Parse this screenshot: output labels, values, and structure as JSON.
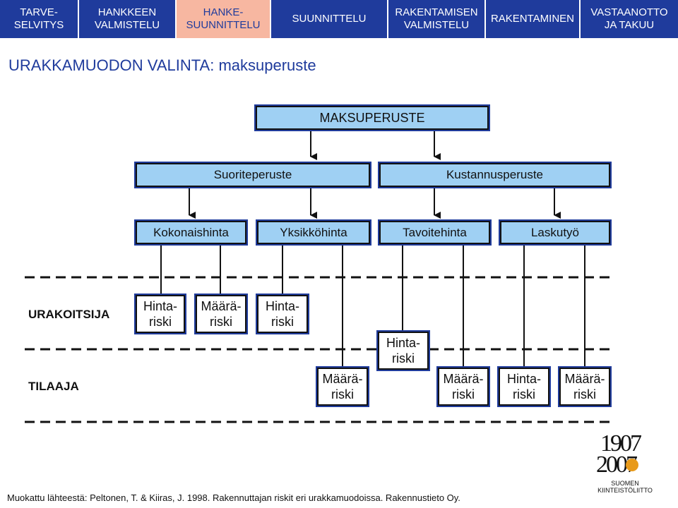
{
  "nav": {
    "tabs": [
      {
        "label": "TARVE-\nSELVITYS",
        "active": false
      },
      {
        "label": "HANKKEEN\nVALMISTELU",
        "active": false
      },
      {
        "label": "HANKE-\nSUUNNITTELU",
        "active": true
      },
      {
        "label": "SUUNNITTELU",
        "active": false
      },
      {
        "label": "RAKENTAMISEN\nVALMISTELU",
        "active": false
      },
      {
        "label": "RAKENTAMINEN",
        "active": false
      },
      {
        "label": "VASTAANOTTO\nJA TAKUU",
        "active": false
      }
    ]
  },
  "page": {
    "title": "URAKKAMUODON VALINTA: maksuperuste",
    "source": "Muokattu lähteestä: Peltonen, T. & Kiiras, J. 1998. Rakennuttajan riskit eri urakkamuodoissa. Rakennustieto Oy."
  },
  "diagram": {
    "root": "MAKSUPERUSTE",
    "level2": [
      "Suoriteperuste",
      "Kustannusperuste"
    ],
    "level3": [
      "Kokonaishinta",
      "Yksikköhinta",
      "Tavoitehinta",
      "Laskutyö"
    ],
    "roles": {
      "contractor": "URAKOITSIJA",
      "client": "TILAAJA"
    },
    "risks": {
      "hinta": "Hinta-\nriski",
      "maara": "Määrä-\nriski"
    }
  },
  "logo": {
    "year_top": "1907",
    "year_bottom": "2007",
    "org": "SUOMEN\nKIINTEISTÖLIITTO"
  },
  "colors": {
    "nav_bg": "#1f3b9c",
    "nav_active_bg": "#f7b7a1",
    "box_fill": "#9fd0f3",
    "title": "#1f3b9c"
  }
}
